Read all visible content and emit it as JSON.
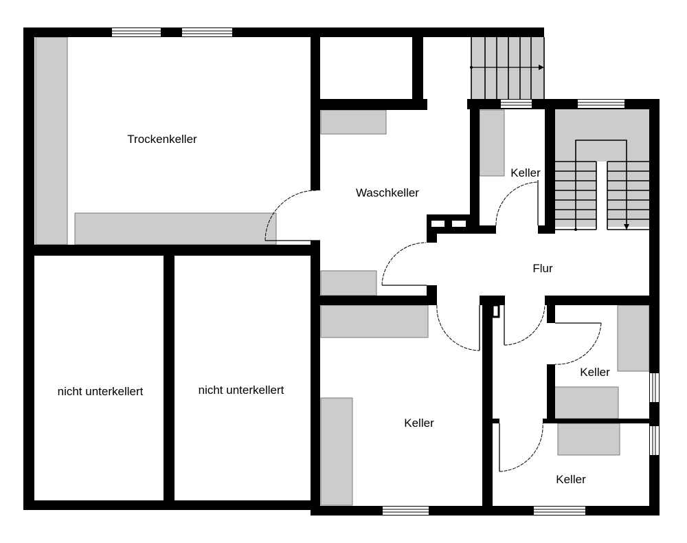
{
  "plan": {
    "rooms": [
      {
        "id": "trockenkeller",
        "label": "Trockenkeller"
      },
      {
        "id": "waschkeller",
        "label": "Waschkeller"
      },
      {
        "id": "keller-small",
        "label": "Keller"
      },
      {
        "id": "flur",
        "label": "Flur"
      },
      {
        "id": "nicht-unterkellert-1",
        "label": "nicht unterkellert"
      },
      {
        "id": "nicht-unterkellert-2",
        "label": "nicht unterkellert"
      },
      {
        "id": "keller-large",
        "label": "Keller"
      },
      {
        "id": "keller-right-upper",
        "label": "Keller"
      },
      {
        "id": "keller-right-lower",
        "label": "Keller"
      }
    ],
    "colors": {
      "wall": "#000000",
      "furniture": "#cccccc",
      "background": "#ffffff"
    }
  }
}
